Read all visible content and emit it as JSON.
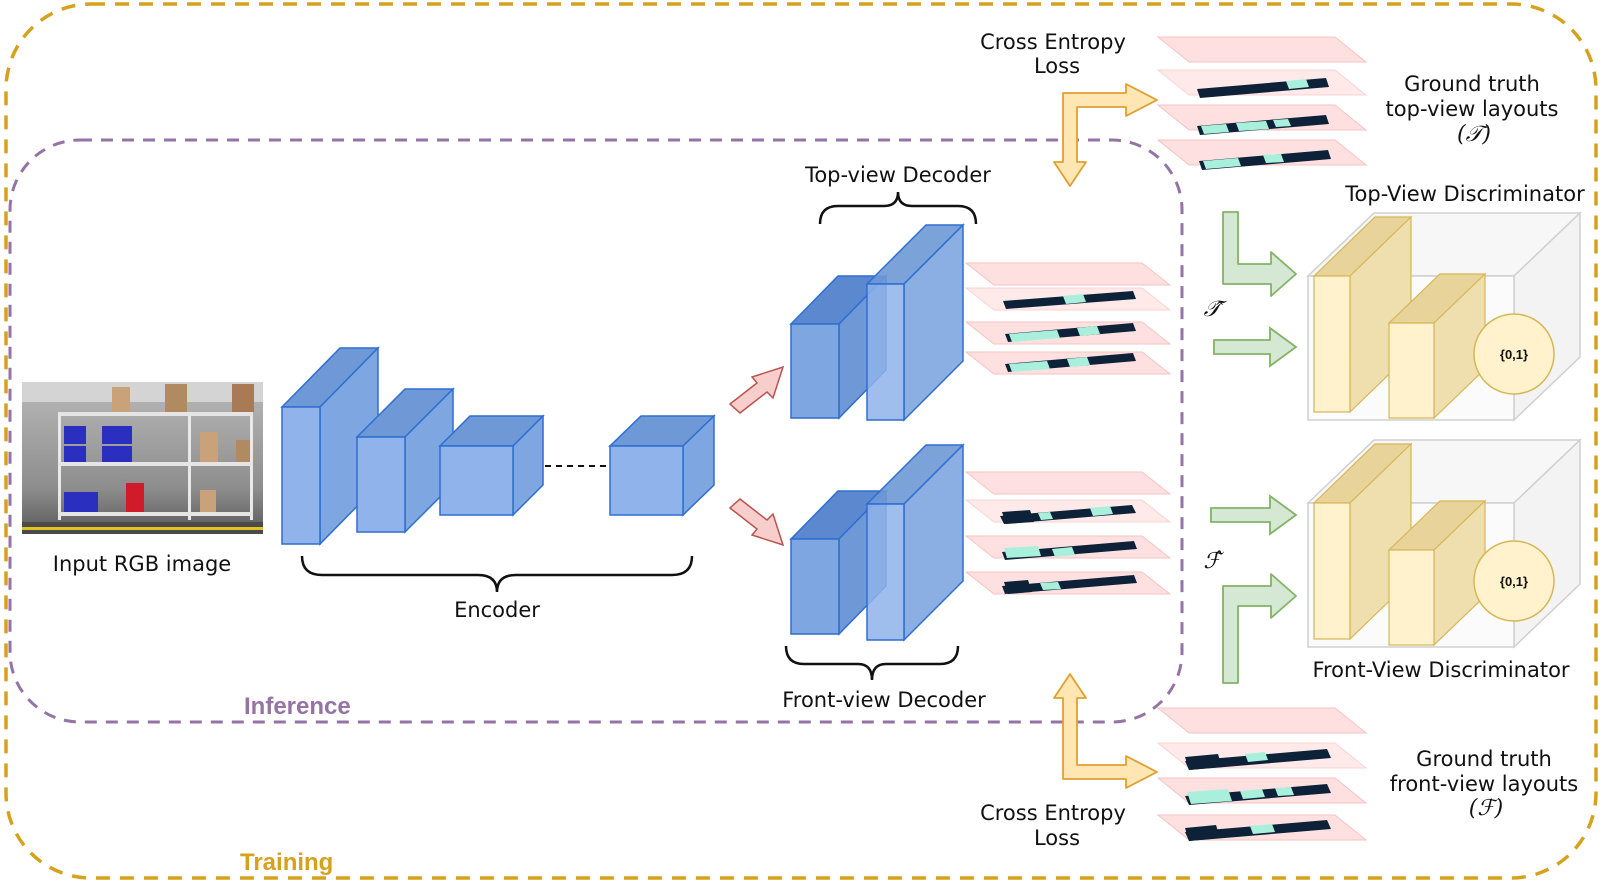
{
  "regions": {
    "training": "Training",
    "inference": "Inference"
  },
  "input": {
    "caption": "Input RGB image"
  },
  "encoder": {
    "label": "Encoder"
  },
  "top_decoder": {
    "label": "Top-view Decoder"
  },
  "front_decoder": {
    "label": "Front-view Decoder"
  },
  "losses": {
    "top_line1": "Cross Entropy",
    "top_line2": "Loss",
    "front_line1": "Cross Entropy",
    "front_line2": "Loss"
  },
  "ground_truth": {
    "top_line1": "Ground truth",
    "top_line2": "top-view layouts",
    "top_symbol": "(𝒯)",
    "front_line1": "Ground truth",
    "front_line2": "front-view layouts",
    "front_symbol": "(ℱ)"
  },
  "predictions": {
    "top_symbol": "𝒯̂",
    "front_symbol": "ℱ̂"
  },
  "discriminators": {
    "top_label": "Top-View Discriminator",
    "front_label": "Front-View Discriminator",
    "top_output": "{0,1}",
    "front_output": "{0,1}"
  },
  "colors": {
    "training_border": "#D6A21E",
    "inference_border": "#9673A6",
    "block_fill": "#7EA6E0",
    "block_stroke": "#2F6FD1",
    "decoder_arrow": "#F8CECC",
    "loss_arrow": "#FFE6B3",
    "disc_arrow": "#D5E8D4",
    "layout_plane": "#FFE0E0",
    "layout_dark": "#0D2238",
    "layout_light": "#A9F0DC",
    "disc_fill": "#FFF2CC"
  }
}
